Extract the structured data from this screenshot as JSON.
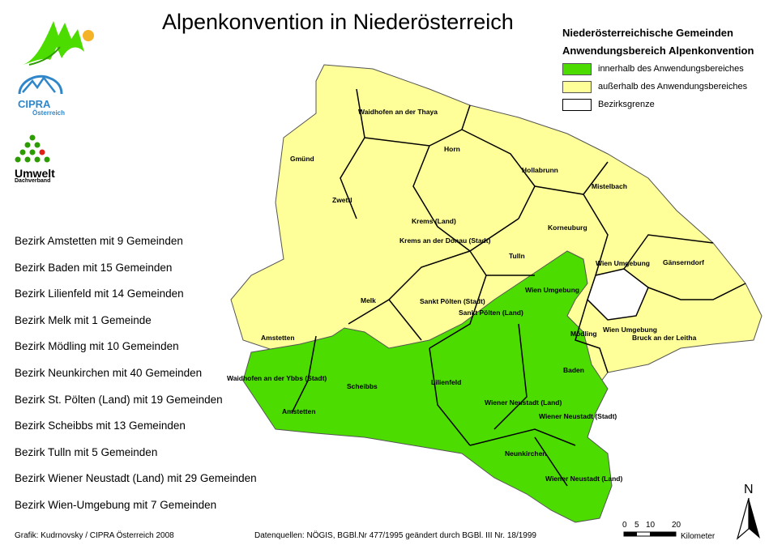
{
  "title": "Alpenkonvention in Niederösterreich",
  "logos": {
    "cipra_name": "CIPRA",
    "cipra_sub": "Österreich",
    "umwelt_name": "Umwelt",
    "umwelt_sub": "Dachverband"
  },
  "bezirke": [
    "Bezirk Amstetten mit 9 Gemeinden",
    "Bezirk Baden mit 15 Gemeinden",
    "Bezirk Lilienfeld mit 14 Gemeinden",
    "Bezirk Melk mit 1 Gemeinde",
    "Bezirk Mödling mit 10 Gemeinden",
    "Bezirk Neunkirchen mit 40 Gemeinden",
    "Bezirk St. Pölten (Land) mit 19 Gemeinden",
    "Bezirk Scheibbs mit 13 Gemeinden",
    "Bezirk Tulln mit 5 Gemeinden",
    "Bezirk Wiener Neustadt (Land) mit 29 Gemeinden",
    "Bezirk Wien-Umgebung mit 7 Gemeinden"
  ],
  "legend": {
    "heading1": "Niederösterreichische Gemeinden",
    "heading2": "Anwendungsbereich Alpenkonvention",
    "items": [
      {
        "label": "innerhalb des Anwendungsbereiches",
        "color": "#4ddc00"
      },
      {
        "label": "außerhalb des Anwendungsbereiches",
        "color": "#ffff99"
      },
      {
        "label": "Bezirksgrenze",
        "color": "#ffffff"
      }
    ]
  },
  "map_labels": {
    "waidhofen_thaya": "Waidhofen an der Thaya",
    "gmuend": "Gmünd",
    "horn": "Horn",
    "hollabrunn": "Hollabrunn",
    "zwettl": "Zwettl",
    "mistelbach": "Mistelbach",
    "krems_land": "Krems (Land)",
    "korneuburg": "Korneuburg",
    "krems_stadt": "Krems an der Donau (Stadt)",
    "tulln": "Tulln",
    "wien_umgebung_1": "Wien Umgebung",
    "gaenserndorf": "Gänserndorf",
    "wien_umgebung_2": "Wien Umgebung",
    "st_poelten_stadt": "Sankt Pölten (Stadt)",
    "melk": "Melk",
    "st_poelten_land": "Sankt Pölten (Land)",
    "amstetten_north": "Amstetten",
    "moedling": "Mödling",
    "wien_umgebung_3": "Wien Umgebung",
    "bruck": "Bruck an der Leitha",
    "waidhofen_ybbs": "Waidhofen an der Ybbs (Stadt)",
    "scheibbs": "Scheibbs",
    "lilienfeld": "Lilienfeld",
    "baden": "Baden",
    "amstetten_south": "Amstetten",
    "wr_neustadt_land": "Wiener Neustadt (Land)",
    "wr_neustadt_stadt": "Wiener Neustadt (Stadt)",
    "neunkirchen": "Neunkirchen",
    "wr_neustadt_land_2": "Wiener Neustadt (Land)"
  },
  "scale": {
    "ticks": [
      "0",
      "5",
      "10",
      "20"
    ],
    "unit": "Kilometer"
  },
  "north": "N",
  "footer": {
    "credit": "Grafik: Kudrnovsky / CIPRA Österreich 2008",
    "sources": "Datenquellen: NÖGIS, BGBl.Nr 477/1995 geändert durch BGBl. III Nr. 18/1999"
  }
}
